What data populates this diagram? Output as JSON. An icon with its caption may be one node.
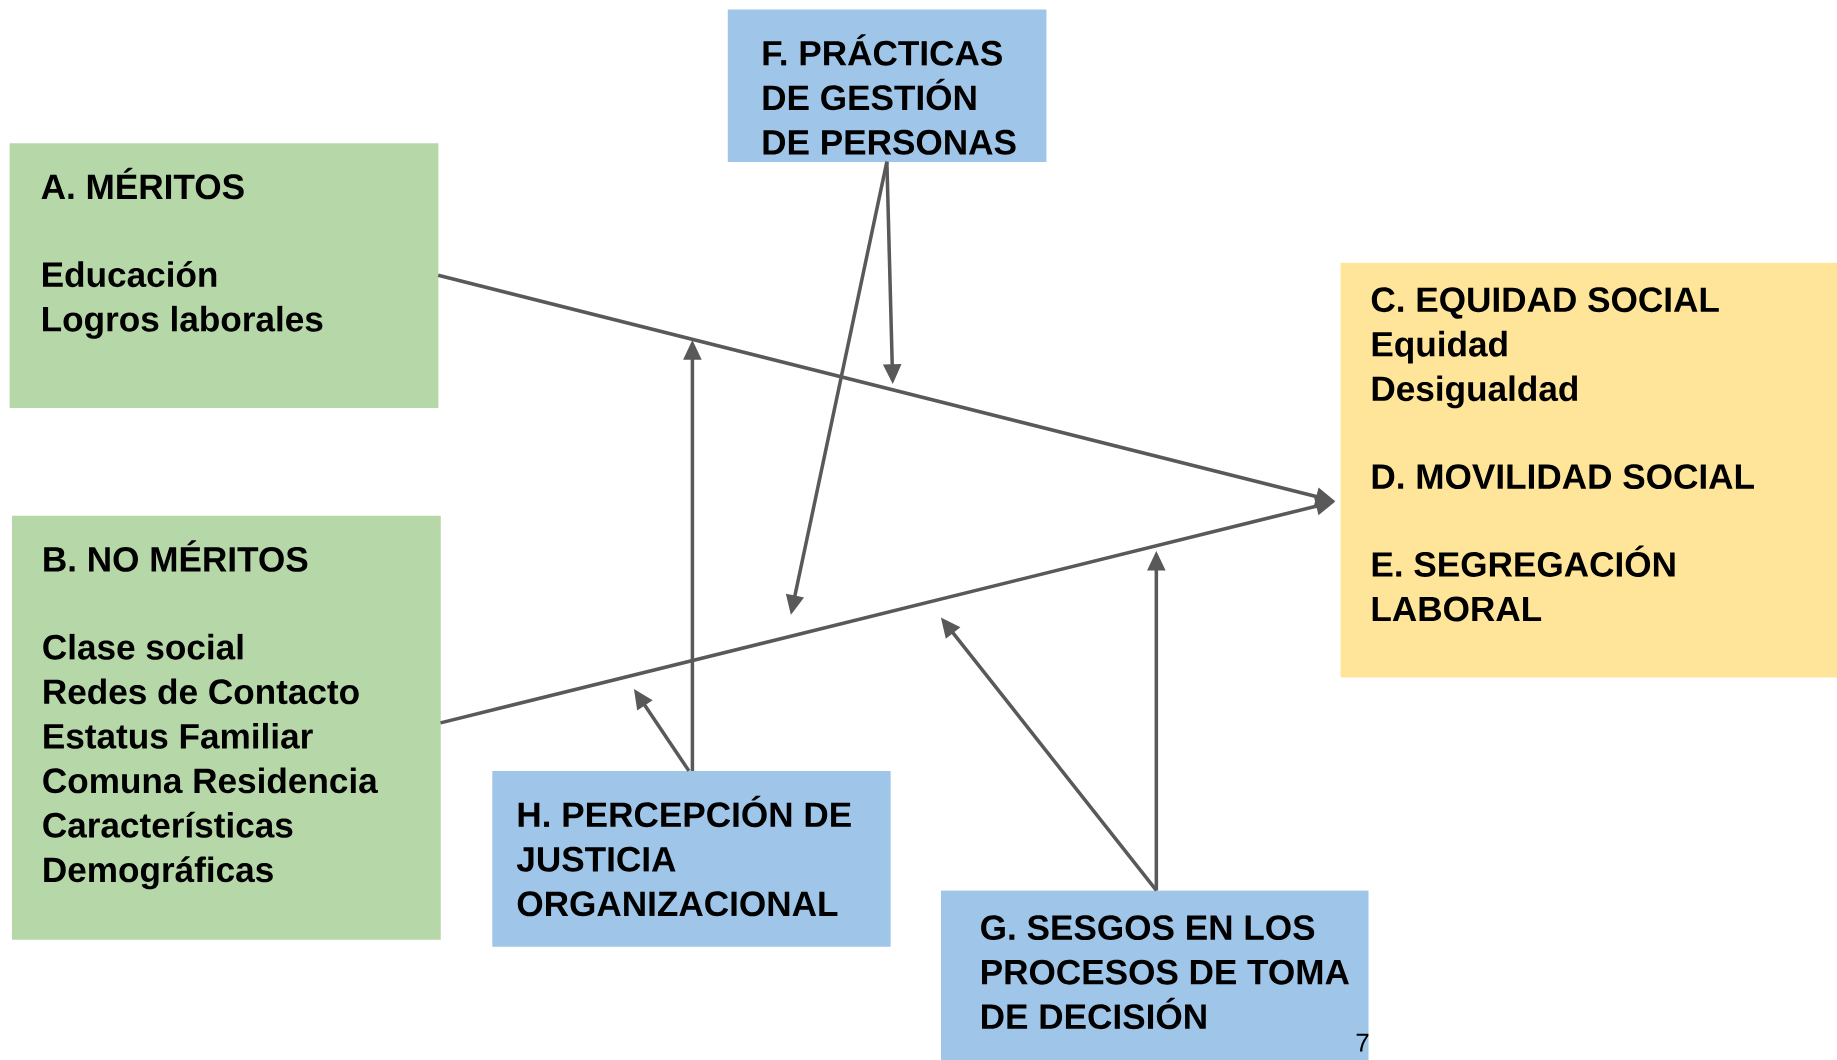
{
  "diagram": {
    "nodes": [
      {
        "text": [
          "F. PRÁCTICAS DE GESTIÓN DE PERSONAS"
        ]
      },
      {
        "text": [
          "A. MÉRITOS",
          "Educación",
          "Logros laborales"
        ]
      },
      {
        "text": [
          "C. EQUIDAD SOCIAL",
          "Equidad",
          "Desigualdad",
          "D. MOVILIDAD SOCIAL",
          "E. SEGREGACIÓN LABORAL"
        ]
      },
      {
        "text": [
          "B. NO MÉRITOS",
          "Clase social",
          "Redes de Contacto",
          "Estatus Familiar",
          "Comuna Residencia",
          "Características Demográficas"
        ]
      },
      {
        "text": [
          "H. PERCEPCIÓN DE JUSTICIA ORGANIZACIONAL"
        ]
      },
      {
        "text": [
          "G. SESGOS EN LOS PROCESOS DE TOMA DE DECISIÓN"
        ]
      }
    ],
    "edges": [
      {
        "from": 1,
        "to": 2,
        "arrow": "to"
      },
      {
        "from": 3,
        "to": 2,
        "arrow": "to"
      },
      {
        "from": 0,
        "to": null,
        "arrow": "to"
      },
      {
        "from": 0,
        "to": null,
        "arrow": "to"
      },
      {
        "from": 4,
        "to": null,
        "arrow": "to"
      },
      {
        "from": 4,
        "to": null,
        "arrow": "to"
      },
      {
        "from": 5,
        "to": null,
        "arrow": "to"
      },
      {
        "from": 5,
        "to": null,
        "arrow": "to"
      }
    ],
    "labels": [
      "7"
    ]
  }
}
